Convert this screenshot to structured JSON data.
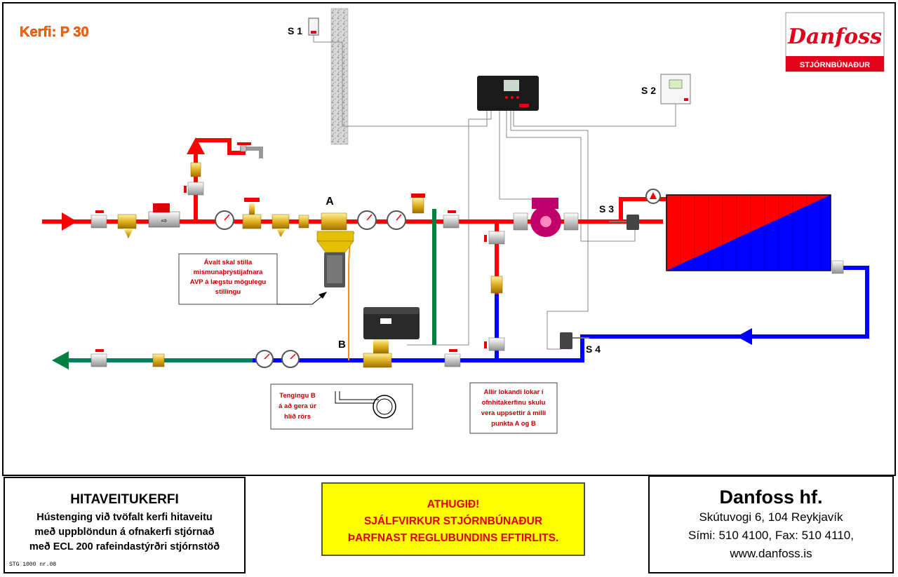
{
  "diagram": {
    "system_code": "Kerfi: P 30",
    "logo": {
      "brand": "Danfoss",
      "sub": "STJÓRNBÚNAÐUR",
      "color": "#e2001a"
    },
    "sensors": {
      "s1": "S 1",
      "s2": "S 2",
      "s3": "S 3",
      "s4": "S 4"
    },
    "points": {
      "a": "A",
      "b": "B"
    },
    "note_avp": [
      "Ávalt skal stilla",
      "mismunaþrýstijafnara",
      "AVP á lægstu mögulegu",
      "stillingu"
    ],
    "note_connection": [
      "Tengingu  B",
      "á að gera úr",
      "hlið  rörs"
    ],
    "note_valves": [
      "Allir lokandi lokar í",
      "ofnhitakerfinu skulu",
      "vera uppsettir á milli",
      "punkta  A og B"
    ],
    "colors": {
      "supply": "#ff0000",
      "return": "#0000ff",
      "outlet": "#008040",
      "sensor_wire": "#888888",
      "impulse": "#ff8c00"
    }
  },
  "footer": {
    "system": {
      "title": "HITAVEITUKERFI",
      "lines": [
        "Hústenging við tvöfalt kerfi hitaveitu",
        "með uppblöndun á ofnakerfi stjórnað",
        "með ECL 200 rafeindastýrðri stjórnstöð"
      ],
      "code": "STG 1000 nr.08"
    },
    "warning": {
      "lines": [
        "ATHUGIÐ!",
        "SJÁLFVIRKUR STJÓRNBÚNAÐUR",
        "ÞARFNAST REGLUBUNDINS EFTIRLITS."
      ]
    },
    "company": {
      "name": "Danfoss hf.",
      "address": "Skútuvogi 6,  104 Reykjavík",
      "phone": "Sími: 510 4100,  Fax: 510 4110,",
      "web": "www.danfoss.is"
    }
  }
}
